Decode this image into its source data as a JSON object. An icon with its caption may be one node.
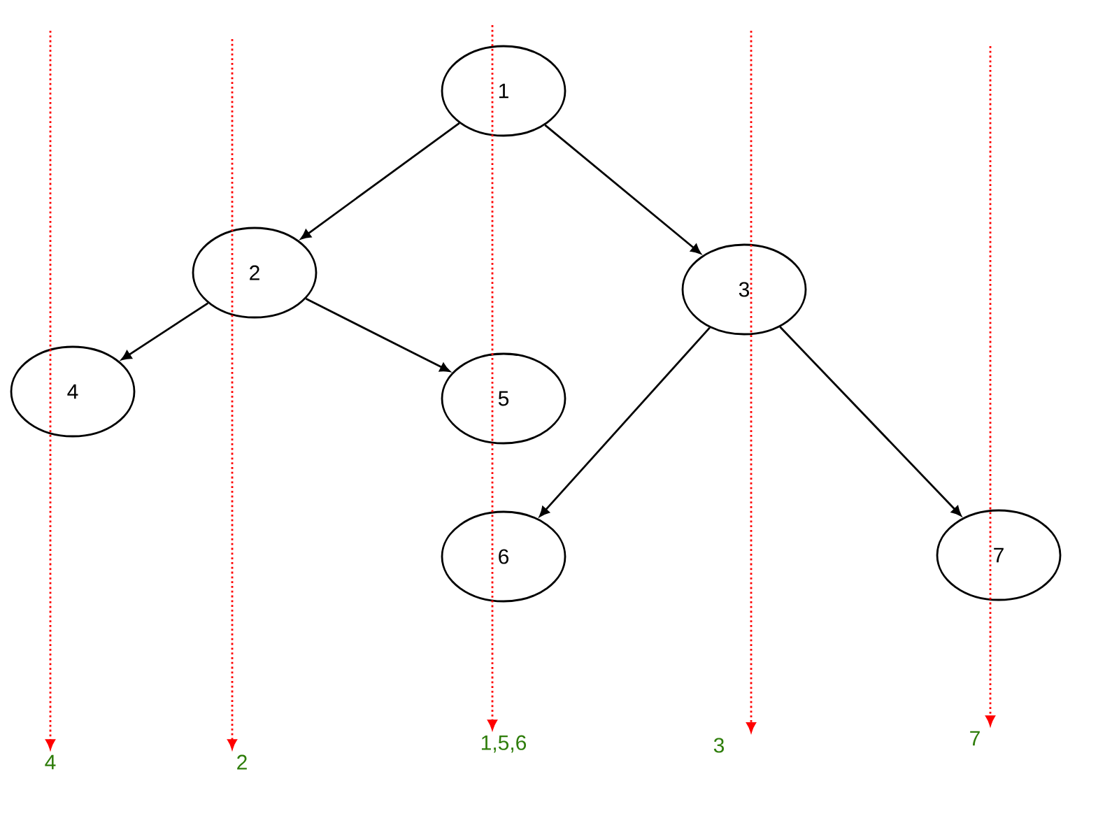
{
  "diagram": {
    "nodes": [
      {
        "text": [
          "1"
        ]
      },
      {
        "text": [
          "2"
        ]
      },
      {
        "text": [
          "3"
        ]
      },
      {
        "text": [
          "4"
        ]
      },
      {
        "text": [
          "5"
        ]
      },
      {
        "text": [
          "6"
        ]
      },
      {
        "text": [
          "7"
        ]
      },
      {
        "text": [
          "4"
        ]
      },
      {
        "text": [
          "2"
        ]
      },
      {
        "text": [
          "1,5,6"
        ]
      },
      {
        "text": [
          "3"
        ]
      },
      {
        "text": [
          "7"
        ]
      }
    ],
    "edges": [
      {
        "from": 0,
        "to": 1,
        "arrow": "to"
      },
      {
        "from": 0,
        "to": 2,
        "arrow": "to"
      },
      {
        "from": 1,
        "to": 3,
        "arrow": "to"
      },
      {
        "from": 1,
        "to": 4,
        "arrow": "to"
      },
      {
        "from": 2,
        "to": 5,
        "arrow": "to"
      },
      {
        "from": 2,
        "to": 6,
        "arrow": "to"
      },
      {
        "from": null,
        "to": 7,
        "arrow": "to",
        "style": "dashed",
        "color": "#ff0000"
      },
      {
        "from": null,
        "to": 8,
        "arrow": "to",
        "style": "dashed",
        "color": "#ff0000"
      },
      {
        "from": null,
        "to": 9,
        "arrow": "to",
        "style": "dashed",
        "color": "#ff0000"
      },
      {
        "from": null,
        "to": 10,
        "arrow": "to",
        "style": "dashed",
        "color": "#ff0000"
      },
      {
        "from": null,
        "to": 11,
        "arrow": "to",
        "style": "dashed",
        "color": "#ff0000"
      }
    ]
  }
}
